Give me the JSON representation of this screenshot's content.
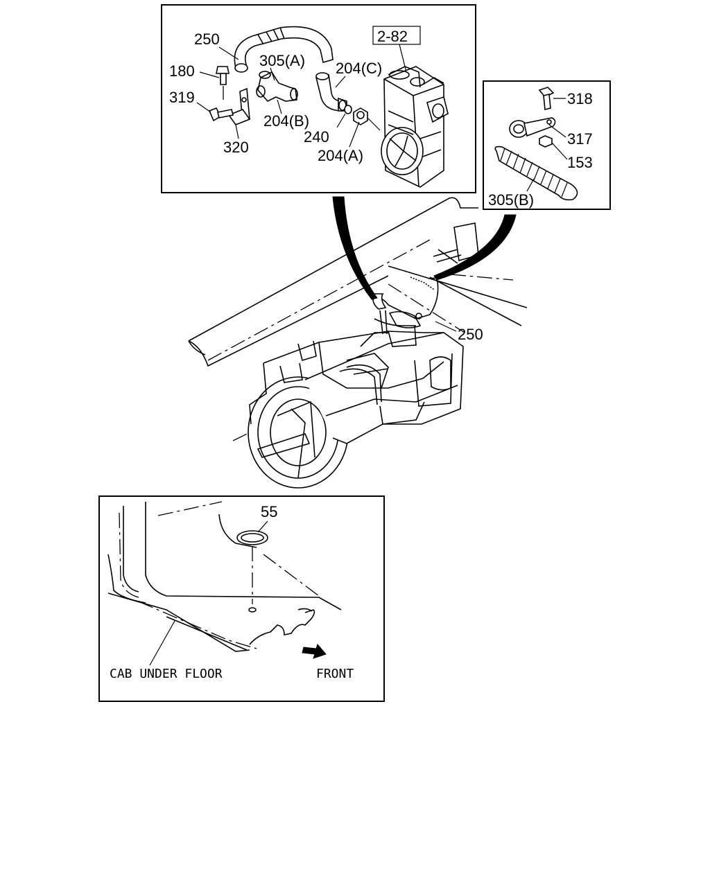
{
  "main_inset": {
    "ref_box": "2-82",
    "labels": {
      "p250": "250",
      "p305a": "305(A)",
      "p180": "180",
      "p204c": "204(C)",
      "p319": "319",
      "p204b": "204(B)",
      "p240": "240",
      "p320": "320",
      "p204a": "204(A)"
    }
  },
  "right_inset": {
    "labels": {
      "p318": "318",
      "p317": "317",
      "p153": "153",
      "p305b": "305(B)"
    }
  },
  "assembly": {
    "label_250": "250"
  },
  "cab_inset": {
    "label_55": "55",
    "cab_under_floor": "CAB UNDER FLOOR",
    "front": "FRONT"
  }
}
